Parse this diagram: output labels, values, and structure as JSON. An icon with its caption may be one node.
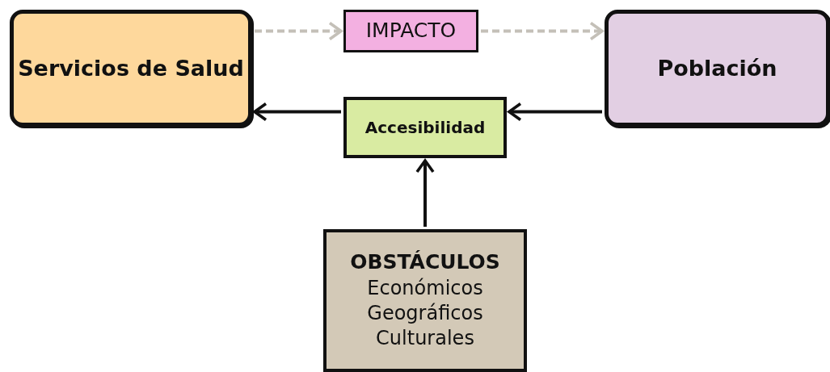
{
  "diagram": {
    "nodes": [
      {
        "text": [
          "Servicios de Salud"
        ]
      },
      {
        "text": [
          "IMPACTO"
        ]
      },
      {
        "text": [
          "Población"
        ]
      },
      {
        "text": [
          "Accesibilidad"
        ]
      },
      {
        "text": [
          "OBSTÁCULOS",
          "Económicos",
          "Geográficos",
          "Culturales"
        ]
      }
    ],
    "edges": [
      {
        "from": 0,
        "to": 1,
        "arrow": "to",
        "style": "dashed",
        "color": "#c4c0b8"
      },
      {
        "from": 1,
        "to": 2,
        "arrow": "to",
        "style": "dashed",
        "color": "#c4c0b8"
      },
      {
        "from": 3,
        "to": 0,
        "arrow": "to"
      },
      {
        "from": 2,
        "to": 3,
        "arrow": "to"
      },
      {
        "from": 4,
        "to": 3,
        "arrow": "to"
      }
    ]
  }
}
